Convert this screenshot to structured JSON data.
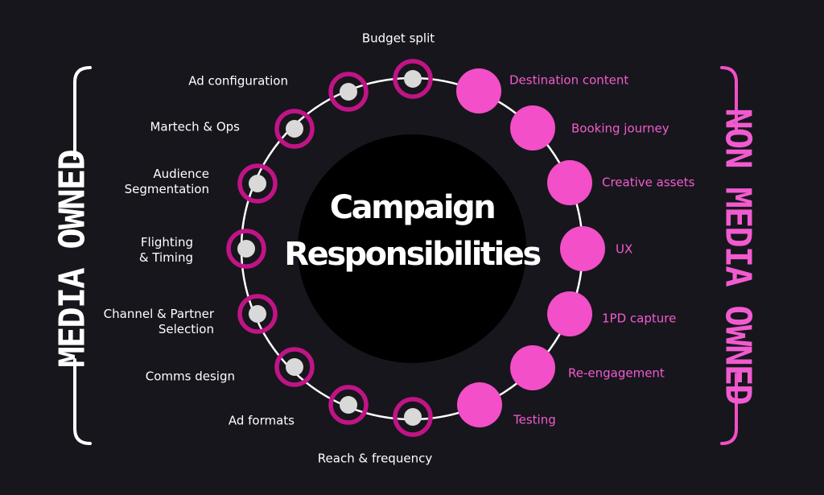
{
  "center": {
    "title_line1": "Campaign",
    "title_line2": "Responsibilities"
  },
  "groups": {
    "left": "MEDIA OWNED",
    "right": "NON MEDIA OWNED"
  },
  "media_owned": [
    "Budget split",
    "Ad configuration",
    "Martech & Ops",
    "Audience\nSegmentation",
    "Flighting\n& Timing",
    "Channel & Partner\nSelection",
    "Comms design",
    "Ad formats",
    "Reach & frequency"
  ],
  "non_media_owned": [
    "Destination content",
    "Booking journey",
    "Creative assets",
    "UX",
    "1PD capture",
    "Re-engagement",
    "Testing"
  ],
  "colors": {
    "background": "#17161c",
    "media_ring": "#c01486",
    "media_dot": "#d9d9d9",
    "non_media_fill": "#f24fc8",
    "non_media_text": "#f25bd0",
    "bracket_left": "#ffffff",
    "bracket_right": "#f24fc8"
  }
}
